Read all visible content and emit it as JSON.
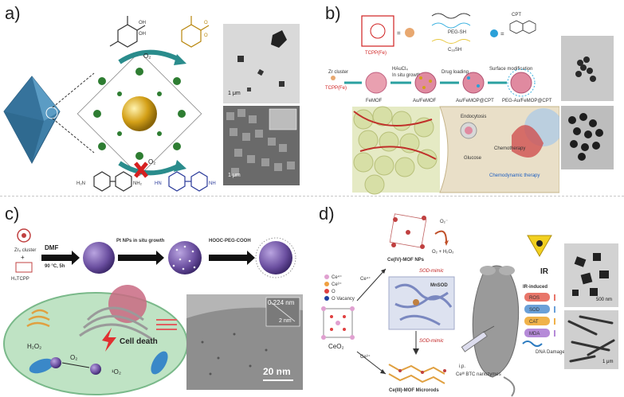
{
  "panels": {
    "a": {
      "label": "a)",
      "o2_top": "O₂",
      "o2_bottom": "O₂",
      "scale_top": "1 μm",
      "scale_bottom": "1 μm"
    },
    "b": {
      "label": "b)",
      "tcpp": "TCPP(Fe)",
      "peg": "PEG-SH",
      "c18": "C₁₈SH",
      "cpt": "CPT",
      "zr": "Zr cluster",
      "tcpp2": "TCPP(Fe)",
      "haucl": "HAuCl₄",
      "insitu": "In situ growth",
      "drug": "Drug loading",
      "surface": "Surface modification",
      "fe_mof": "FeMOF",
      "au_fe": "Au/FeMOF",
      "au_cpt": "Au/FeMOP@CPT",
      "peg_au": "PEG-Au/FeMOP@CPT",
      "endocytosis": "Endocytosis",
      "chemo": "Chemotherapy",
      "chemodynamic": "Chemodynamic therapy",
      "glucose": "Glucose"
    },
    "c": {
      "label": "c)",
      "zr_cluster": "Zr₆ cluster",
      "plus": "+",
      "h4tcpp": "H₄TCPP",
      "dmf": "DMF",
      "conditions": "90 °C, 5h",
      "pt_growth": "Pt NPs in situ growth",
      "hooc": "HOOC-PEG-COOH",
      "h2o2": "H₂O₂",
      "o2": "O₂",
      "singlet": "¹O₂",
      "cell_death": "Cell death",
      "lattice": "0.224 nm",
      "lattice2": "2 nm",
      "scale": "20 nm"
    },
    "d": {
      "label": "d)",
      "legend": [
        "Ce⁴⁺",
        "Ce³⁺",
        "O",
        "O Vacancy"
      ],
      "ceo2": "CeO₂",
      "ce4": "Ce⁴⁺",
      "ce3": "Ce³⁺",
      "ce4_mof": "Ce(IV)-MOF NPs",
      "ce3_mof": "Ce(III)-MOF Microrods",
      "sod1": "SOD-mimic",
      "sod2": "SOD-mimic",
      "mnsod": "MnSOD",
      "o2minus": "O₂⁻",
      "products": "O₂ + H₂O₂",
      "ir": "IR",
      "ir_induced": "IR-induced",
      "bars": [
        "ROS",
        "SOD",
        "CAT",
        "MDA"
      ],
      "dna": "DNA Damage",
      "ip": "i.p.",
      "nano": "Ceᴵᴵᴵ BTC nanozymes",
      "scale_top": "500 nm",
      "scale_bottom": "1 μm"
    }
  },
  "colors": {
    "octahedron": "#3f7fa8",
    "gold": "#c99a1a",
    "teal_arrow": "#2a8c8c",
    "red_cross": "#d62020",
    "purple_sphere": "#6b4fa0",
    "cell_fill": "#bfe3c4",
    "ros": "#e8766a",
    "sod": "#6aa0d8",
    "cat": "#f0b24a",
    "mda": "#b58ad8"
  }
}
